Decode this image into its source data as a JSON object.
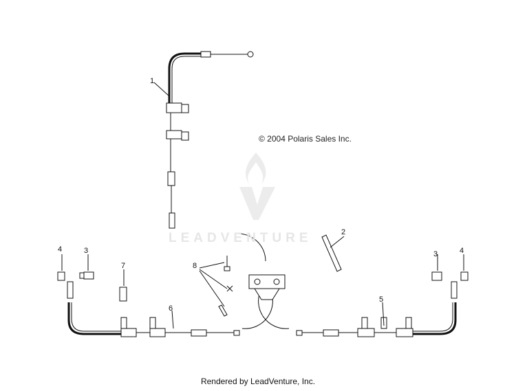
{
  "copyright": "© 2004 Polaris Sales Inc.",
  "footer": "Rendered by LeadVenture, Inc.",
  "watermark": "LEADVENTURE",
  "callouts": {
    "c1": "1",
    "c2": "2",
    "c3a": "3",
    "c3b": "3",
    "c4a": "4",
    "c4b": "4",
    "c5": "5",
    "c6": "6",
    "c7": "7",
    "c8": "8"
  }
}
